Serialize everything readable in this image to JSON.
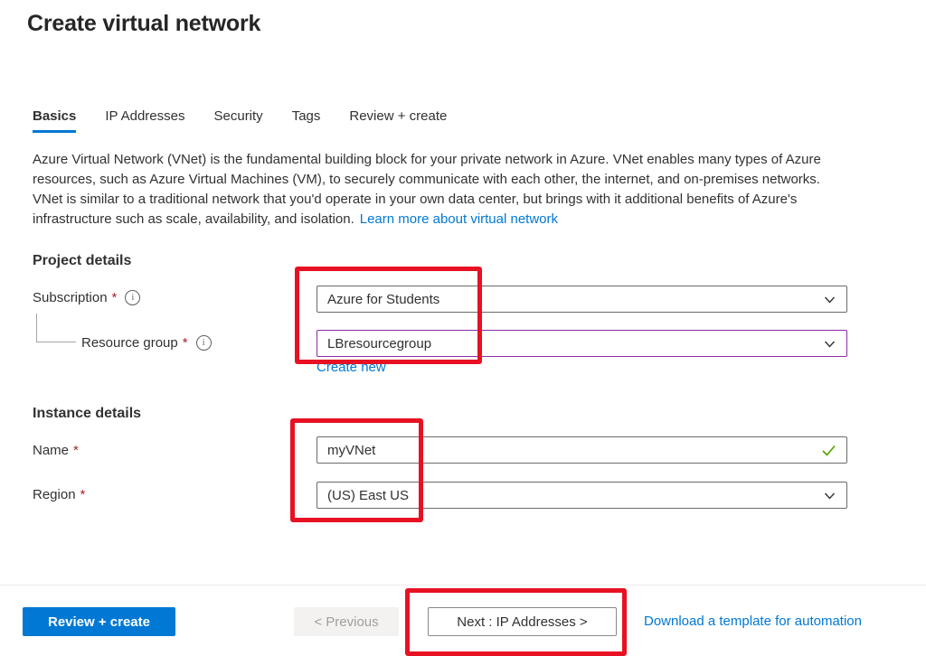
{
  "page": {
    "title": "Create virtual network"
  },
  "tabs": [
    {
      "label": "Basics",
      "active": true
    },
    {
      "label": "IP Addresses",
      "active": false
    },
    {
      "label": "Security",
      "active": false
    },
    {
      "label": "Tags",
      "active": false
    },
    {
      "label": "Review + create",
      "active": false
    }
  ],
  "intro": {
    "text": "Azure Virtual Network (VNet) is the fundamental building block for your private network in Azure. VNet enables many types of Azure resources, such as Azure Virtual Machines (VM), to securely communicate with each other, the internet, and on-premises networks. VNet is similar to a traditional network that you'd operate in your own data center, but brings with it additional benefits of Azure's infrastructure such as scale, availability, and isolation.",
    "link_label": "Learn more about virtual network"
  },
  "sections": {
    "project": {
      "heading": "Project details",
      "subscription": {
        "label": "Subscription",
        "required": "*",
        "value": "Azure for Students"
      },
      "resource_group": {
        "label": "Resource group",
        "required": "*",
        "value": "LBresourcegroup"
      },
      "create_new_label": "Create new"
    },
    "instance": {
      "heading": "Instance details",
      "name": {
        "label": "Name",
        "required": "*",
        "value": "myVNet",
        "valid": true
      },
      "region": {
        "label": "Region",
        "required": "*",
        "value": "(US) East US"
      }
    }
  },
  "footer": {
    "review_create_label": "Review + create",
    "previous_label": "< Previous",
    "next_label": "Next : IP Addresses >",
    "download_label": "Download a template for automation"
  },
  "icons": {
    "info": "i",
    "chevron_down": "chevron-down",
    "check": "checkmark"
  },
  "colors": {
    "accent": "#0078d4",
    "annotation_red": "#e81123",
    "required_asterisk": "#a4262c",
    "valid_green": "#57a300",
    "dirty_field_border": "#8a2da5",
    "text": "#323130",
    "disabled_text": "#a19f9d",
    "disabled_bg": "#f3f2f1"
  }
}
